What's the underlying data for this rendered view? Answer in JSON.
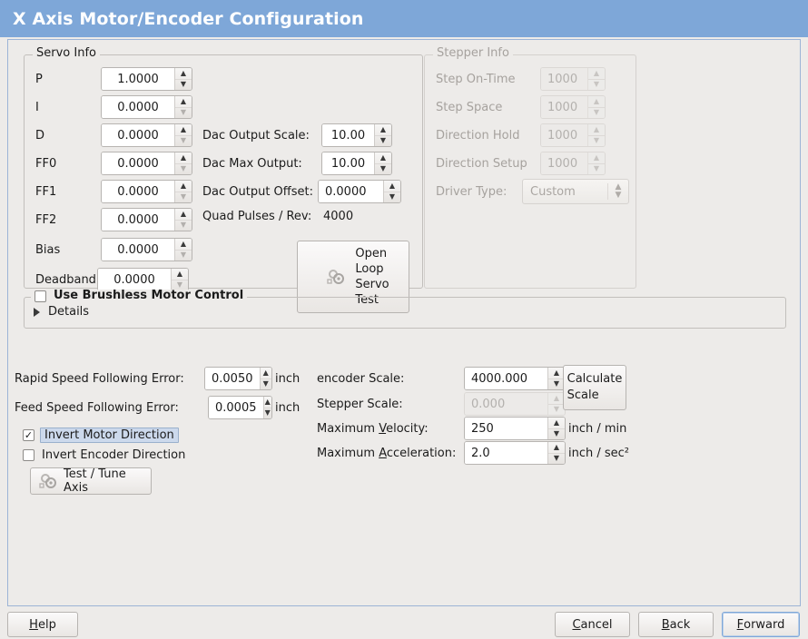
{
  "window": {
    "title": "X Axis Motor/Encoder Configuration"
  },
  "servo": {
    "group_label": "Servo Info",
    "fields": [
      {
        "label": "P",
        "value": "1.0000"
      },
      {
        "label": "I",
        "value": "0.0000"
      },
      {
        "label": "D",
        "value": "0.0000"
      },
      {
        "label": "FF0",
        "value": "0.0000"
      },
      {
        "label": "FF1",
        "value": "0.0000"
      },
      {
        "label": "FF2",
        "value": "0.0000"
      },
      {
        "label": "Bias",
        "value": "0.0000"
      },
      {
        "label": "Deadband",
        "value": "0.0000"
      }
    ],
    "dac_output_scale_label": "Dac Output Scale:",
    "dac_output_scale_value": "10.00",
    "dac_max_output_label": "Dac Max Output:",
    "dac_max_output_value": "10.00",
    "dac_output_offset_label": "Dac Output Offset:",
    "dac_output_offset_value": "0.0000",
    "quad_pulses_label": "Quad Pulses / Rev:",
    "quad_pulses_value": "4000",
    "open_loop_button": {
      "line1": "Open",
      "line2": "Loop",
      "line3": "Servo",
      "line4": "Test",
      "icon": "gears-icon"
    }
  },
  "stepper": {
    "group_label": "Stepper Info",
    "enabled": false,
    "fields": [
      {
        "label": "Step On-Time",
        "value": "1000"
      },
      {
        "label": "Step Space",
        "value": "1000"
      },
      {
        "label": "Direction Hold",
        "value": "1000"
      },
      {
        "label": "Direction Setup",
        "value": "1000"
      }
    ],
    "driver_type_label": "Driver Type:",
    "driver_type_value": "Custom"
  },
  "brushless": {
    "checkbox_label": "Use Brushless Motor Control",
    "checked": false,
    "details_label": "Details",
    "details_expanded": false
  },
  "tuning": {
    "rapid_label": "Rapid Speed Following Error:",
    "rapid_value": "0.0050",
    "rapid_unit": "inch",
    "feed_label": "Feed Speed Following Error:",
    "feed_value": "0.0005",
    "feed_unit": "inch",
    "invert_motor_label": "Invert Motor Direction",
    "invert_motor_checked": true,
    "invert_encoder_label": "Invert Encoder Direction",
    "invert_encoder_checked": false,
    "test_tune_label": "Test / Tune Axis",
    "test_tune_icon": "gears-icon"
  },
  "scales": {
    "encoder_scale_label": "encoder Scale:",
    "encoder_scale_value": "4000.000",
    "stepper_scale_label": "Stepper Scale:",
    "stepper_scale_value": "0.000",
    "stepper_scale_enabled": false,
    "calculate_line1": "Calculate",
    "calculate_line2": "Scale",
    "max_velocity_label_pre": "Maximum ",
    "max_velocity_label_mn": "V",
    "max_velocity_label_post": "elocity:",
    "max_velocity_value": "250",
    "max_velocity_unit": "inch / min",
    "max_accel_label_pre": "Maximum ",
    "max_accel_label_mn": "A",
    "max_accel_label_post": "cceleration:",
    "max_accel_value": "2.0",
    "max_accel_unit": "inch / sec²"
  },
  "footer": {
    "help": {
      "pre": "",
      "mn": "H",
      "post": "elp"
    },
    "cancel": {
      "pre": "",
      "mn": "C",
      "post": "ancel"
    },
    "back": {
      "pre": "",
      "mn": "B",
      "post": "ack"
    },
    "forward": {
      "pre": "",
      "mn": "F",
      "post": "orward",
      "focused": true
    }
  },
  "colors": {
    "titlebar": "#7ea7d8",
    "background": "#edebe9",
    "panel_border": "#9cb4d6",
    "selection": "#ccd9ec",
    "disabled_text": "#a6a29e"
  }
}
